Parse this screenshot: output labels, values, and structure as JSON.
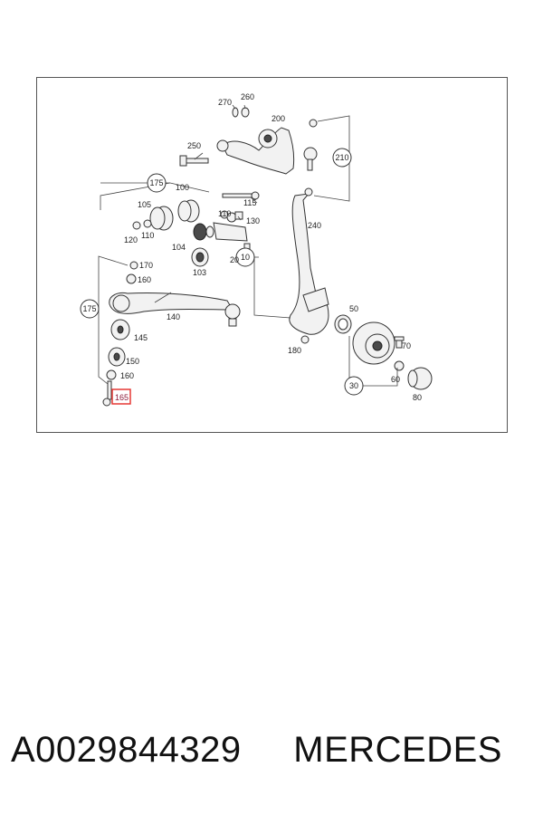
{
  "diagram": {
    "labels": {
      "l270": "270",
      "l260": "260",
      "l200": "200",
      "l250": "250",
      "l210": "210",
      "l175a": "175",
      "l100": "100",
      "l115": "115",
      "l105": "105",
      "l110a": "110",
      "l110b": "110",
      "l130": "130",
      "l240": "240",
      "l120": "120",
      "l104": "104",
      "l10": "10",
      "l20": "20",
      "l103": "103",
      "l170": "170",
      "l160a": "160",
      "l175b": "175",
      "l140": "140",
      "l50": "50",
      "l145": "145",
      "l180": "180",
      "l70": "70",
      "l150": "150",
      "l160b": "160",
      "l60": "60",
      "l30": "30",
      "l80": "80",
      "l165": "165"
    },
    "highlight_color": "#e53935"
  },
  "footer": {
    "part_number": "A0029844329",
    "brand": "MERCEDES"
  }
}
